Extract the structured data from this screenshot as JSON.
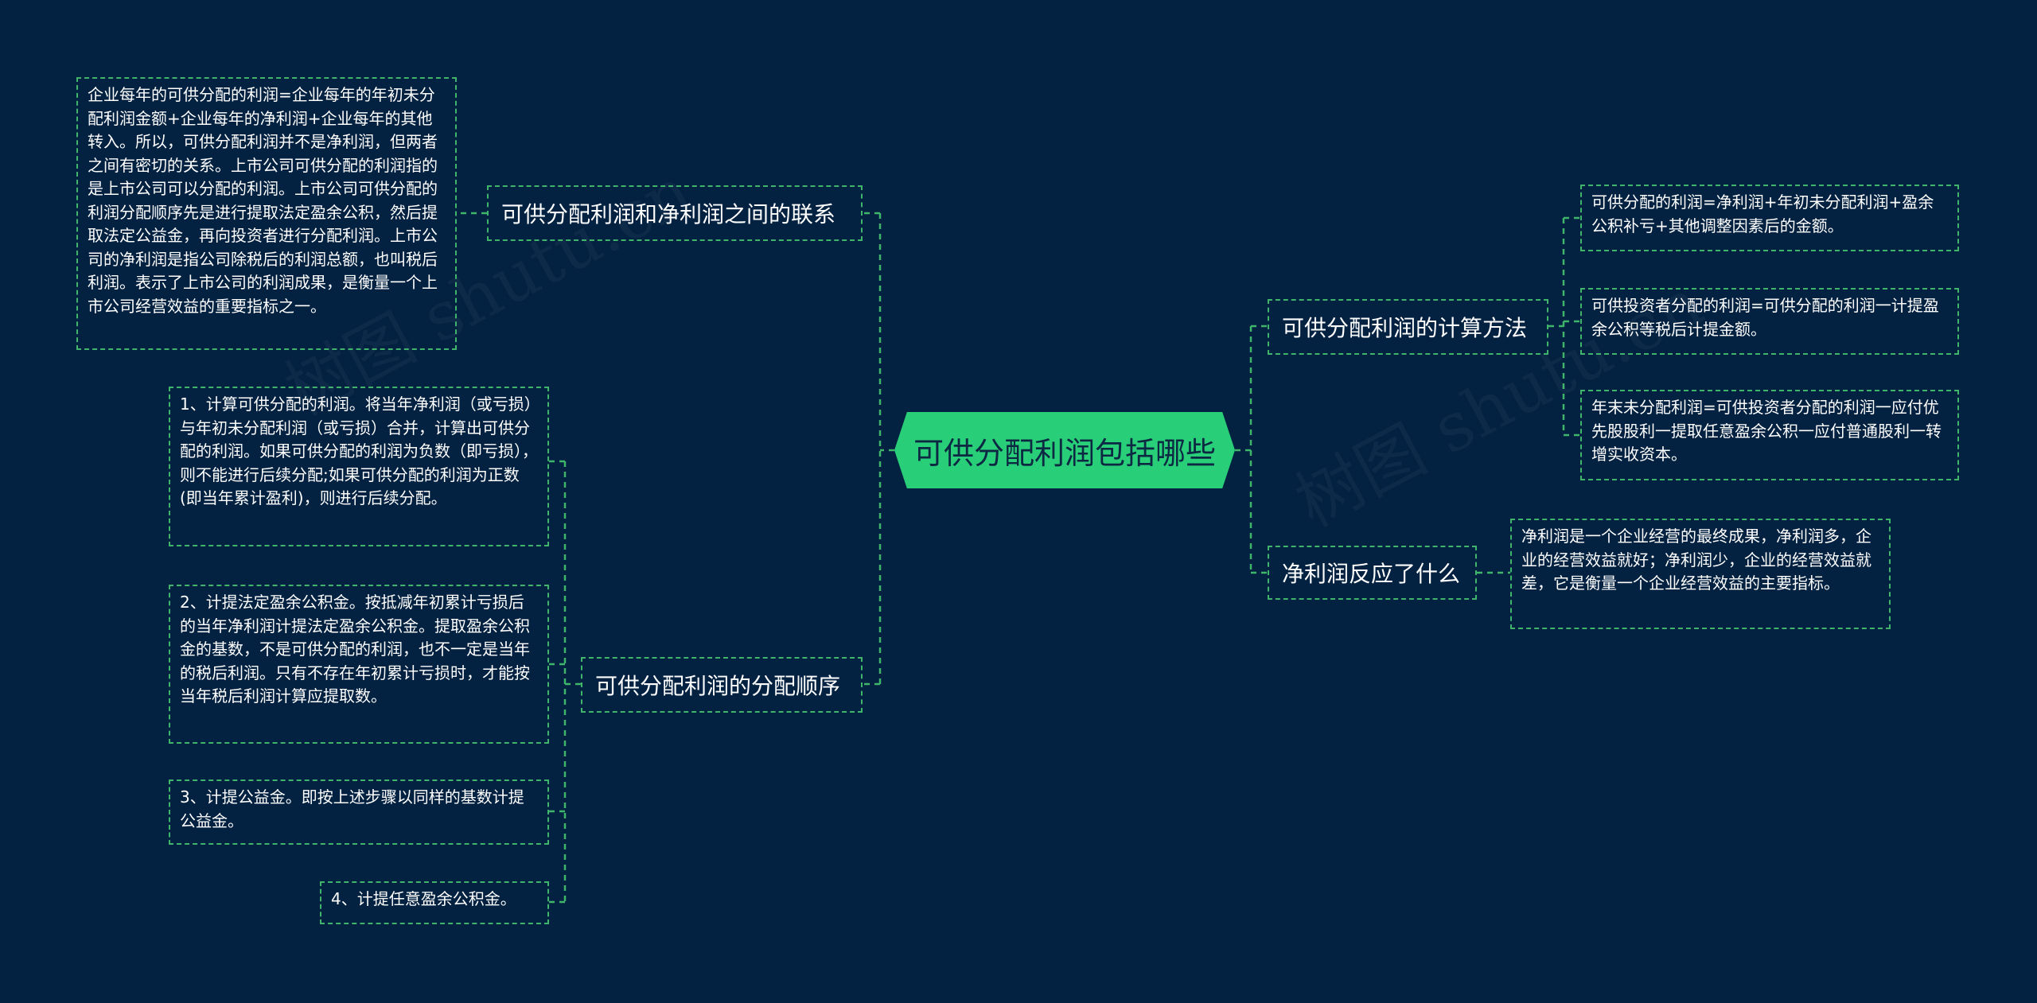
{
  "center": {
    "label": "可供分配利润包括哪些"
  },
  "branches": [
    {
      "label": "可供分配利润和净利润之间的联系"
    },
    {
      "label": "可供分配利润的分配顺序"
    },
    {
      "label": "可供分配利润的计算方法"
    },
    {
      "label": "净利润反应了什么"
    }
  ],
  "leaves": [
    {
      "text": "企业每年的可供分配的利润=企业每年的年初未分配利润金额+企业每年的净利润+企业每年的其他转入。所以，可供分配利润并不是净利润，但两者之间有密切的关系。上市公司可供分配的利润指的是上市公司可以分配的利润。上市公司可供分配的利润分配顺序先是进行提取法定盈余公积，然后提取法定公益金，再向投资者进行分配利润。上市公司的净利润是指公司除税后的利润总额，也叫税后利润。表示了上市公司的利润成果，是衡量一个上市公司经营效益的重要指标之一。"
    },
    {
      "text": "1、计算可供分配的利润。将当年净利润（或亏损）与年初未分配利润（或亏损）合并，计算出可供分配的利润。如果可供分配的利润为负数（即亏损），则不能进行后续分配;如果可供分配的利润为正数(即当年累计盈利)，则进行后续分配。"
    },
    {
      "text": "2、计提法定盈余公积金。按抵减年初累计亏损后的当年净利润计提法定盈余公积金。提取盈余公积金的基数，不是可供分配的利润，也不一定是当年的税后利润。只有不存在年初累计亏损时，才能按当年税后利润计算应提取数。"
    },
    {
      "text": "3、计提公益金。即按上述步骤以同样的基数计提公益金。"
    },
    {
      "text": "4、计提任意盈余公积金。"
    },
    {
      "text": "可供分配的利润=净利润+年初未分配利润+盈余公积补亏+其他调整因素后的金额。"
    },
    {
      "text": "可供投资者分配的利润=可供分配的利润一计提盈余公积等税后计提金额。"
    },
    {
      "text": "年末未分配利润=可供投资者分配的利润一应付优先股股利一提取任意盈余公积一应付普通股利一转增实收资本。"
    },
    {
      "text": "净利润是一个企业经营的最终成果，净利润多，企业的经营效益就好；净利润少，企业的经营效益就差，它是衡量一个企业经营效益的主要指标。"
    }
  ],
  "watermarks": [
    "树图 shutu.cn",
    "树图 shutu.cn"
  ],
  "colors": {
    "background": "#032140",
    "accent": "#29cf78",
    "border": "#3fb46b",
    "text": "#ffffff"
  }
}
